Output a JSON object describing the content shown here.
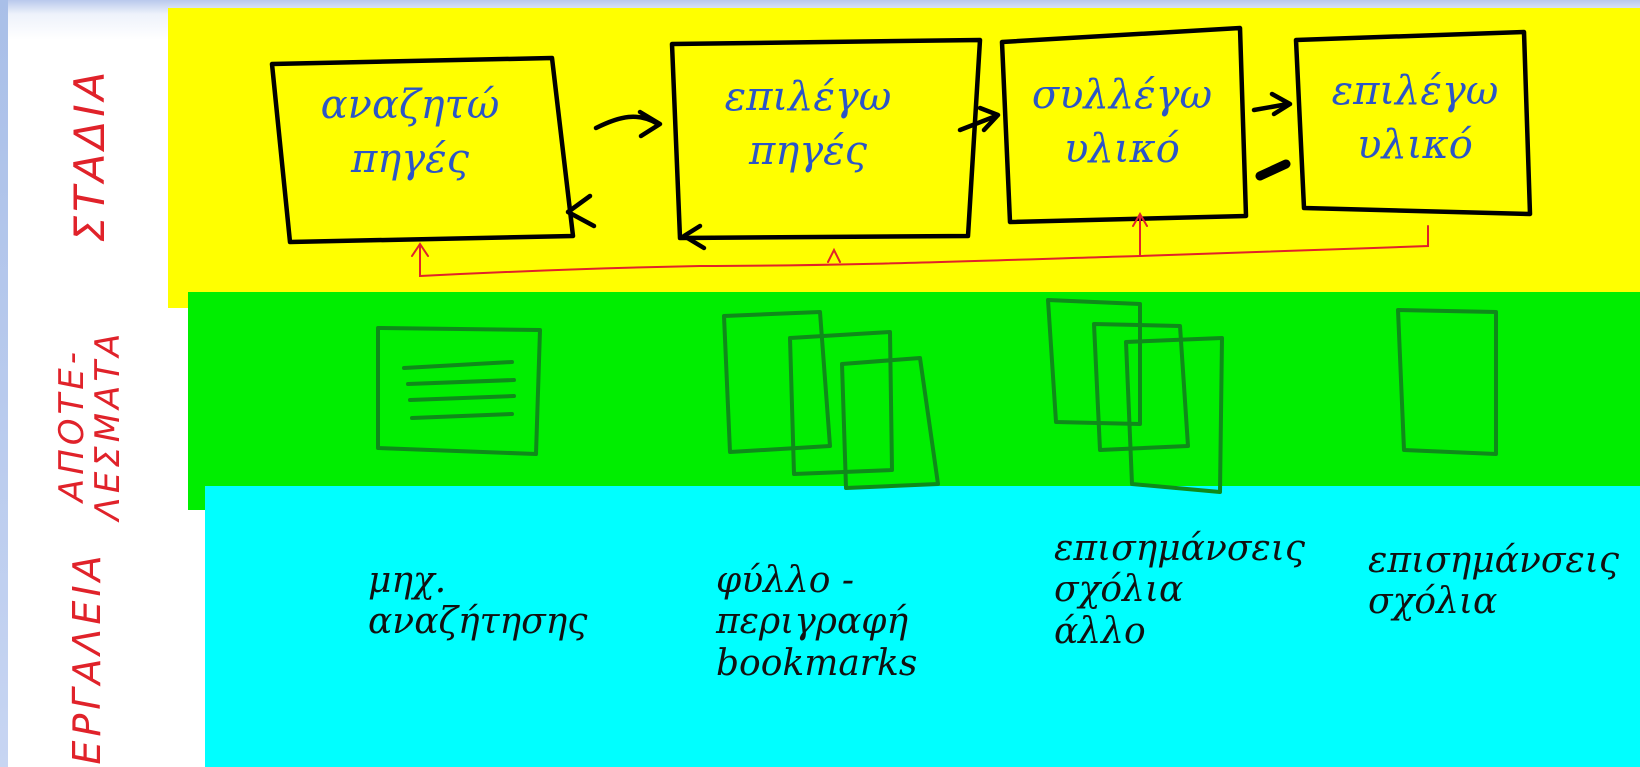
{
  "diagram": {
    "row_labels": {
      "stages": "ΣΤΑΔΙΑ",
      "results": "ΑΠΟΤΕ-\nΛΕΣΜΑΤΑ",
      "tools": "ΕΡΓΑΛΕΙΑ"
    },
    "stages": [
      {
        "text": "αναζητώ\nπηγές"
      },
      {
        "text": "επιλέγω\nπηγές"
      },
      {
        "text": "συλλέγω\nυλικό"
      },
      {
        "text": "επιλέγω\nυλικό"
      }
    ],
    "tools": [
      {
        "text": "μηχ.\nαναζήτησης"
      },
      {
        "text": "φύλλο -\nπεριγραφή\nbookmarks"
      },
      {
        "text": "επισημάνσεις\nσχόλια\nάλλο"
      },
      {
        "text": "επισημάνσεις\nσχόλια"
      }
    ],
    "colors": {
      "stages_band": "#ffff00",
      "results_band": "#00ee00",
      "tools_band": "#00ffff",
      "label_color": "#e0222a",
      "stage_text_color": "#2b55c7",
      "feedback_arrow": "#e0222a"
    }
  }
}
